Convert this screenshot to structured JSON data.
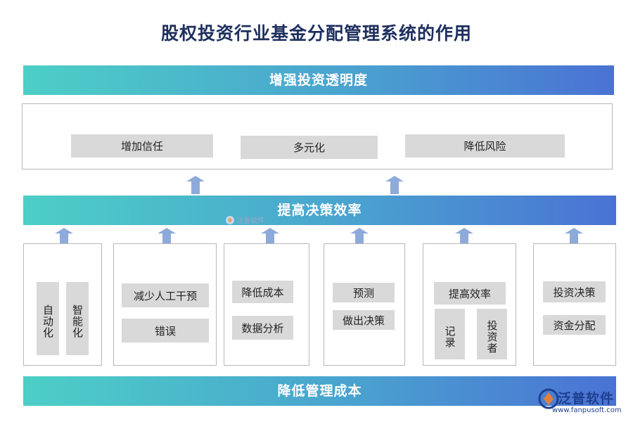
{
  "title": "股权投资行业基金分配管理系统的作用",
  "top_band": "增强投资透明度",
  "top_items": [
    "增加信任",
    "多元化",
    "降低风险"
  ],
  "middle_band": "提高决策效率",
  "columns": [
    {
      "vertical_items": [
        "自动化",
        "智能化"
      ]
    },
    {
      "items": [
        "减少人工干预",
        "错误"
      ]
    },
    {
      "items": [
        "降低成本",
        "数据分析"
      ]
    },
    {
      "items": [
        "预测",
        "做出决策"
      ]
    },
    {
      "items": [
        "提高效率"
      ],
      "vertical_items": [
        "记录",
        "投资者"
      ]
    },
    {
      "items": [
        "投资决策",
        "资金分配"
      ]
    }
  ],
  "bottom_band": "降低管理成本",
  "watermark": {
    "small_text": "泛普软件",
    "logo_name": "泛普软件",
    "logo_url": "www.fanpusoft.com"
  },
  "colors": {
    "band_start": "#4ccfc6",
    "band_end": "#4a72d4",
    "arrow": "#8eaadb",
    "chip": "#d9d9d9",
    "title": "#1e2f5e"
  }
}
